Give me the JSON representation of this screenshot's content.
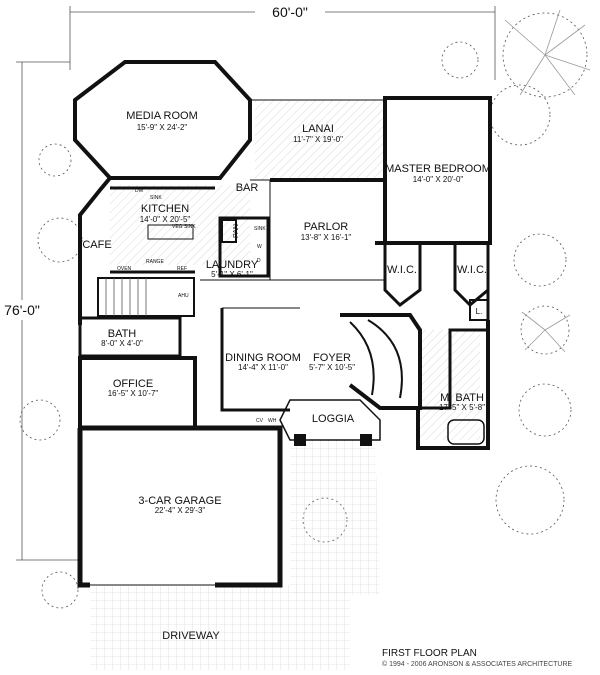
{
  "dimensions": {
    "width": "60'-0\"",
    "depth": "76'-0\""
  },
  "rooms": {
    "media": {
      "name": "MEDIA ROOM",
      "size": "15'-9\" X 24'-2\""
    },
    "lanai": {
      "name": "LANAI",
      "size": "11'-7\" X 19'-0\""
    },
    "master_bedroom": {
      "name": "MASTER BEDROOM",
      "size": "14'-0\" X 20'-0\""
    },
    "bar": {
      "name": "BAR"
    },
    "kitchen": {
      "name": "KITCHEN",
      "size": "14'-0\" X 20'-5\""
    },
    "parlor": {
      "name": "PARLOR",
      "size": "13'-8\" X 16'-1\""
    },
    "cafe": {
      "name": "CAFE"
    },
    "pan": {
      "name": "PAN"
    },
    "laundry": {
      "name": "LAUNDRY",
      "size": "5'-1\" X 6'-1\""
    },
    "wic1": {
      "name": "W.I.C."
    },
    "wic2": {
      "name": "W.I.C."
    },
    "linen": {
      "name": "L."
    },
    "bath": {
      "name": "BATH",
      "size": "8'-0\" X 4'-0\""
    },
    "dining": {
      "name": "DINING ROOM",
      "size": "14'-4\" X 11'-0\""
    },
    "foyer": {
      "name": "FOYER",
      "size": "5'-7\" X 10'-5\""
    },
    "office": {
      "name": "OFFICE",
      "size": "16'-5\" X 10'-7\""
    },
    "m_bath": {
      "name": "M. BATH",
      "size": "17'-5\" X 5'-8\""
    },
    "loggia": {
      "name": "LOGGIA"
    },
    "garage": {
      "name": "3-CAR GARAGE",
      "size": "22'-4\" X 29'-3\""
    },
    "driveway": {
      "name": "DRIVEWAY"
    }
  },
  "fixtures": {
    "dw": "DW",
    "sink": "SINK",
    "veg_sink": "VEG SINK",
    "oven": "OVEN",
    "range": "RANGE",
    "ref": "REF",
    "ahu": "AHU",
    "sink_l": "SINK",
    "w": "W",
    "d": "D",
    "cv": "CV",
    "wh": "WH"
  },
  "footer": {
    "title": "FIRST FLOOR PLAN",
    "copyright": "© 1994 - 2006 ARONSON & ASSOCIATES ARCHITECTURE"
  }
}
